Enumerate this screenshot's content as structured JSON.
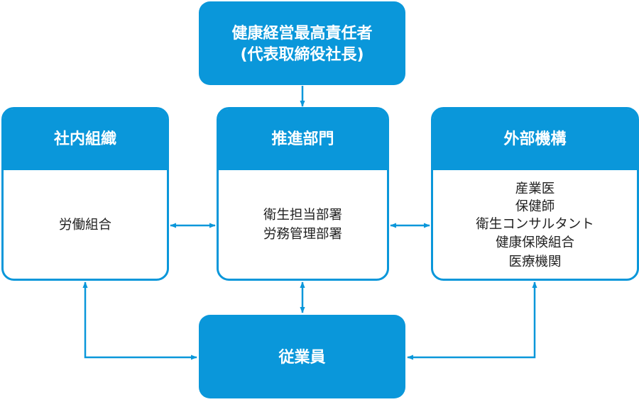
{
  "colors": {
    "accent": "#0a97da",
    "border": "#0a97da",
    "header_text": "#ffffff",
    "body_text": "#222222",
    "background": "#ffffff"
  },
  "nodes": {
    "top": {
      "lines": [
        "健康経営最高責任者",
        "(代表取締役社長)"
      ]
    },
    "left": {
      "title": "社内組織",
      "lines": [
        "労働組合"
      ]
    },
    "center": {
      "title": "推進部門",
      "lines": [
        "衛生担当部署",
        "労務管理部署"
      ]
    },
    "right": {
      "title": "外部機構",
      "lines": [
        "産業医",
        "保健師",
        "衛生コンサルタント",
        "健康保険組合",
        "医療機関"
      ]
    },
    "bottom": {
      "lines": [
        "従業員"
      ]
    }
  }
}
